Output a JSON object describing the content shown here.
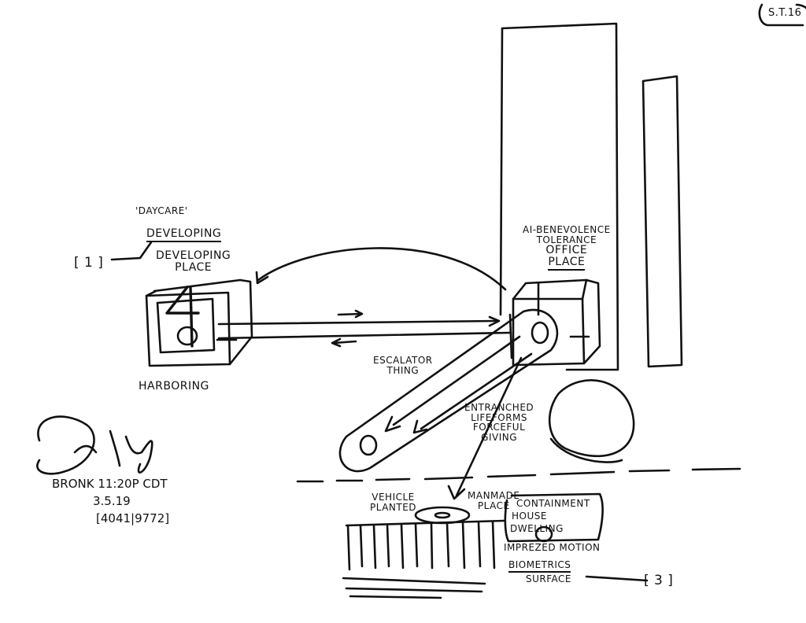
{
  "corner_tag": "S.T.16",
  "labels": {
    "daycare": "'DAYCARE'",
    "developing": "DEVELOPING",
    "developing_place_1": "DEVELOPING",
    "developing_place_2": "PLACE",
    "harboring": "HARBORING",
    "office_1": "AI-BENEVOLENCE",
    "office_2": "TOLERANCE",
    "office_3": "OFFICE",
    "office_4": "PLACE",
    "escalator_1": "ESCALATOR",
    "escalator_2": "THING",
    "lifeforms_1": "ENTRANCHED",
    "lifeforms_2": "LIFEFORMS",
    "lifeforms_3": "FORCEFUL",
    "lifeforms_4": "GIVING",
    "vehicle_1": "VEHICLE",
    "vehicle_2": "PLANTED",
    "manmade_1": "MANMADE",
    "manmade_2": "PLACE",
    "containment": "CONTAINMENT",
    "house": "HOUSE",
    "dwelling": "DWELLING",
    "imprezed": "IMPREZED MOTION",
    "biometrics": "BIOMETRICS",
    "surface": "SURFACE",
    "ref_1": "[ 1 ]",
    "ref_3": "[ 3 ]"
  },
  "signature": {
    "line_1": "BRONK 11:20P CDT",
    "line_2": "3.5.19",
    "line_3": "[4041|9772]"
  }
}
